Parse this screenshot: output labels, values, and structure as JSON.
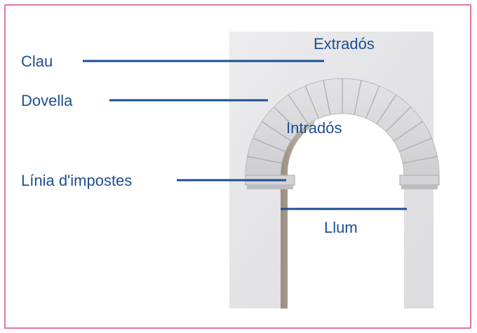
{
  "title": "",
  "colors": {
    "frame_border": "#e4749a",
    "label_text": "#1d4f91",
    "leader_line": "#1d4f91",
    "wall": "#e6e6e8",
    "voussoir": "#d9d9db",
    "reveal_shadow": "#b8aea2"
  },
  "labels": {
    "clau": "Clau",
    "dovella": "Dovella",
    "linia_impostes": "Línia d'impostes",
    "extrados": "Extradós",
    "intrados": "Intradós",
    "llum": "Llum"
  }
}
